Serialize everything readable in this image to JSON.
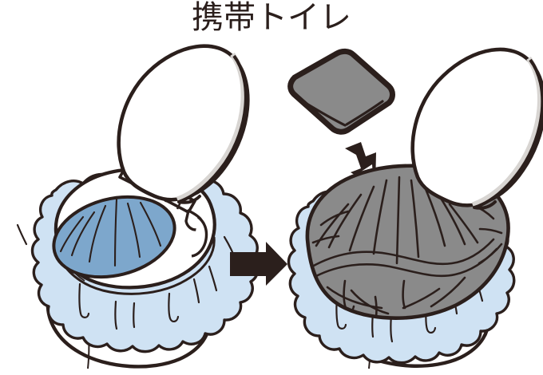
{
  "illustration": {
    "title": "携帯トイレ",
    "title_color": "#2b1f1c",
    "background_color": "#ffffff",
    "subject": "portable-toilet-usage-diagram",
    "panels": [
      {
        "id": "before",
        "position": "left",
        "description": "Western style toilet with lid raised and a light blue plastic bag draped over the bowl rim, blue bowl interior visible",
        "elements": [
          "toilet-lid-open",
          "toilet-seat",
          "lid-hinge",
          "blue-plastic-bag",
          "blue-bowl-interior",
          "toilet-base"
        ]
      },
      {
        "id": "after",
        "position": "right",
        "description": "Same toilet with a gray absorbent sheet unfolded and spread over the blue bag inside the bowl",
        "elements": [
          "toilet-lid-open",
          "lid-hinge",
          "blue-plastic-bag",
          "gray-absorbent-sheet-spread",
          "toilet-base"
        ]
      }
    ],
    "objects": {
      "absorbent_pad": {
        "label": "folded gray absorbent pad",
        "shape": "rounded-square",
        "color": "#8a8a8a"
      },
      "transition_arrow": {
        "label": "step transition arrow",
        "direction": "right",
        "color": "#2b1f1c"
      },
      "insert_arrow": {
        "label": "insert pad into bag arrow",
        "direction": "down",
        "color": "#2b1f1c"
      }
    },
    "colors": {
      "outline": "#2b1f1c",
      "bag_blue": "#cfe2f3",
      "bowl_blue": "#7da7cc",
      "pad_gray": "#8a8a8a",
      "lid_white": "#ffffff",
      "lid_shadow": "#d8d5d2"
    }
  }
}
